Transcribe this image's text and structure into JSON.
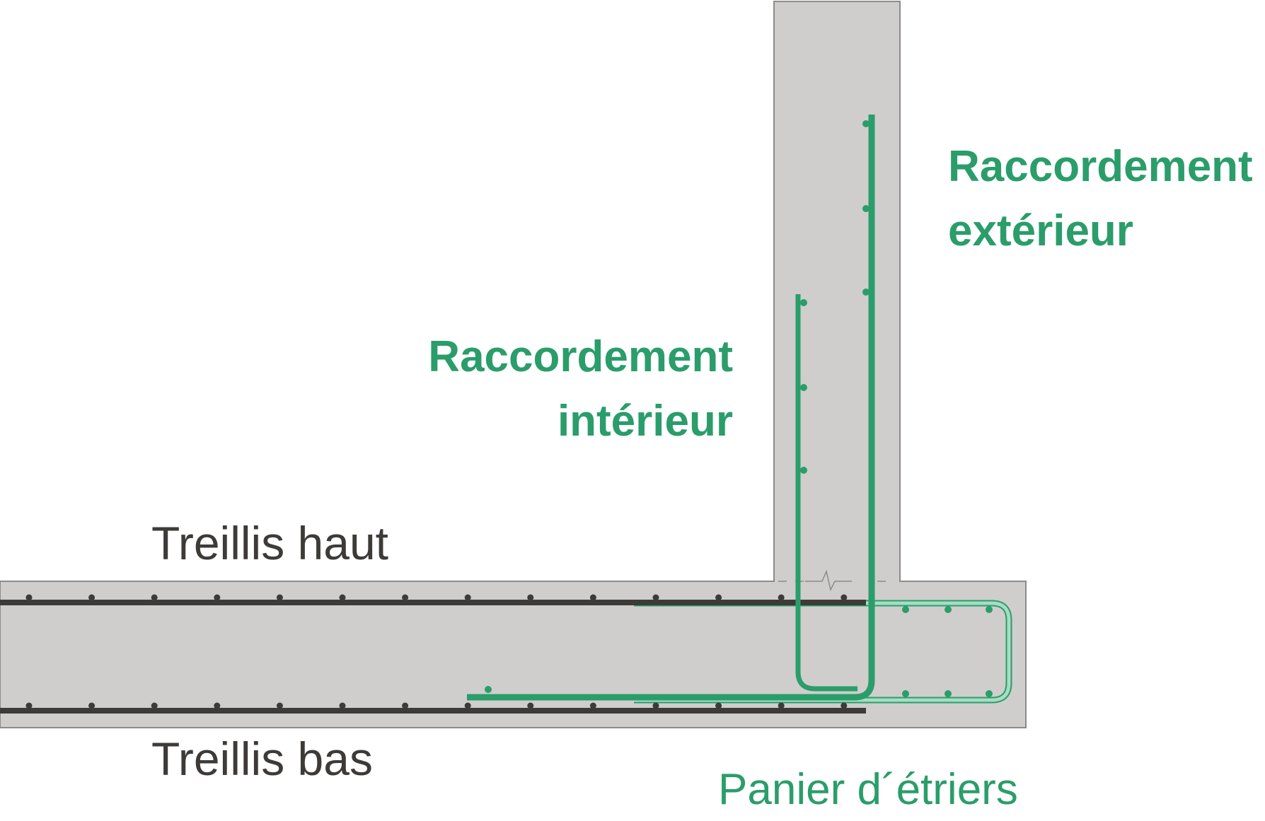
{
  "labels": {
    "outer_connection": [
      "Raccordement",
      "extérieur"
    ],
    "inner_connection": [
      "Raccordement",
      "intérieur"
    ],
    "top_mesh": "Treillis haut",
    "bottom_mesh": "Treillis bas",
    "stirrup_basket": "Panier d´étriers"
  },
  "colors": {
    "concrete": "#cfcecc",
    "concrete_edge": "#8c8b8a",
    "mesh_bar": "#3d3a38",
    "connection_bar": "#2a9d6b",
    "stirrup_outline": "#2a9d6b",
    "stirrup_fill": "#a8dcc2",
    "label_dark": "#3d3a38",
    "label_green": "#2a9d6b"
  }
}
